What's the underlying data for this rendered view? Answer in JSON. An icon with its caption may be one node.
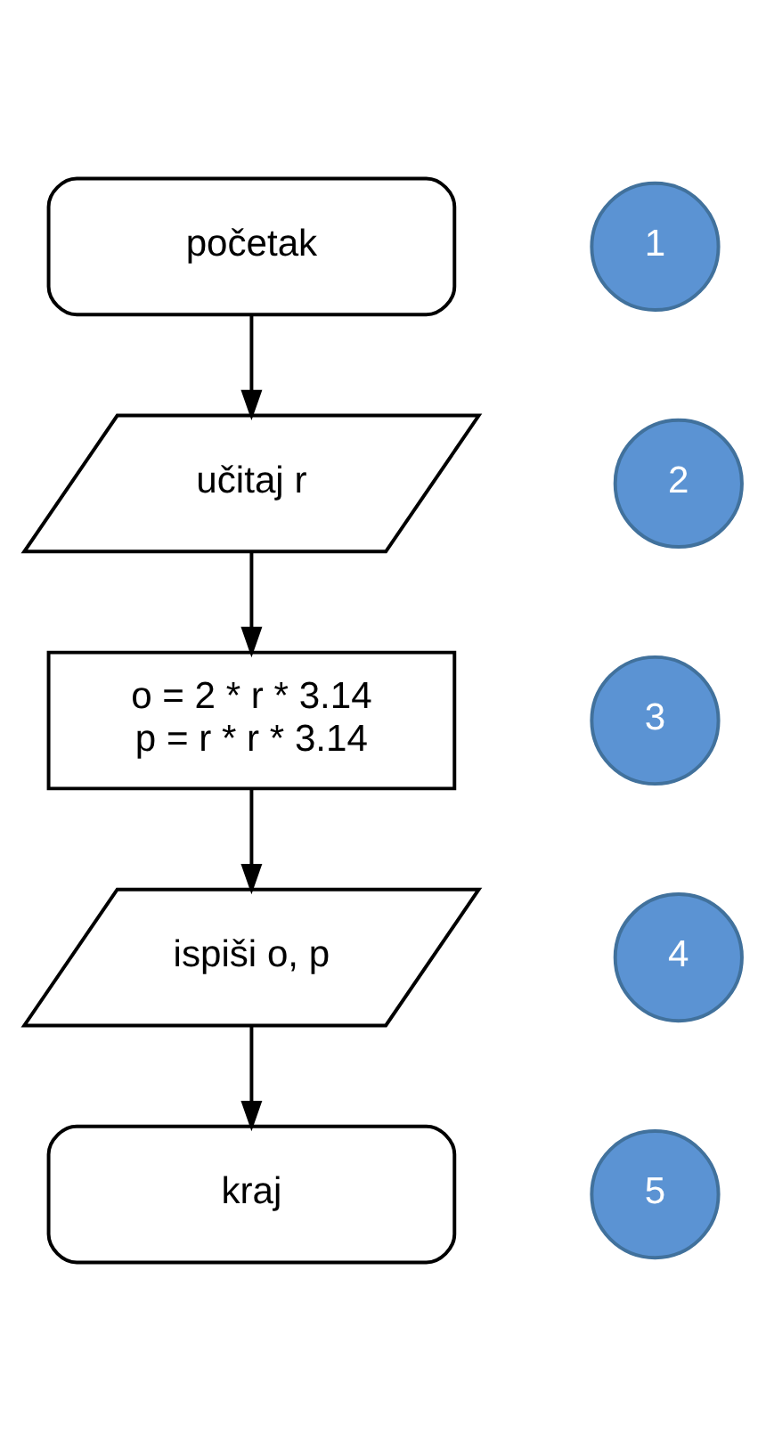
{
  "diagram": {
    "nodes": [
      {
        "text": [
          "početak"
        ]
      },
      {
        "text": [
          "učitaj r"
        ]
      },
      {
        "text": [
          "o = 2 * r * 3.14",
          "p = r * r * 3.14"
        ]
      },
      {
        "text": [
          "ispiši o, p"
        ]
      },
      {
        "text": [
          "kraj"
        ]
      },
      {
        "text": [
          "1"
        ]
      },
      {
        "text": [
          "2"
        ]
      },
      {
        "text": [
          "3"
        ]
      },
      {
        "text": [
          "4"
        ]
      },
      {
        "text": [
          "5"
        ]
      }
    ],
    "edges": [
      {
        "from": 0,
        "to": 1,
        "arrow": "to"
      },
      {
        "from": 1,
        "to": 2,
        "arrow": "to"
      },
      {
        "from": 2,
        "to": 3,
        "arrow": "to"
      },
      {
        "from": 3,
        "to": 4,
        "arrow": "to"
      }
    ]
  }
}
